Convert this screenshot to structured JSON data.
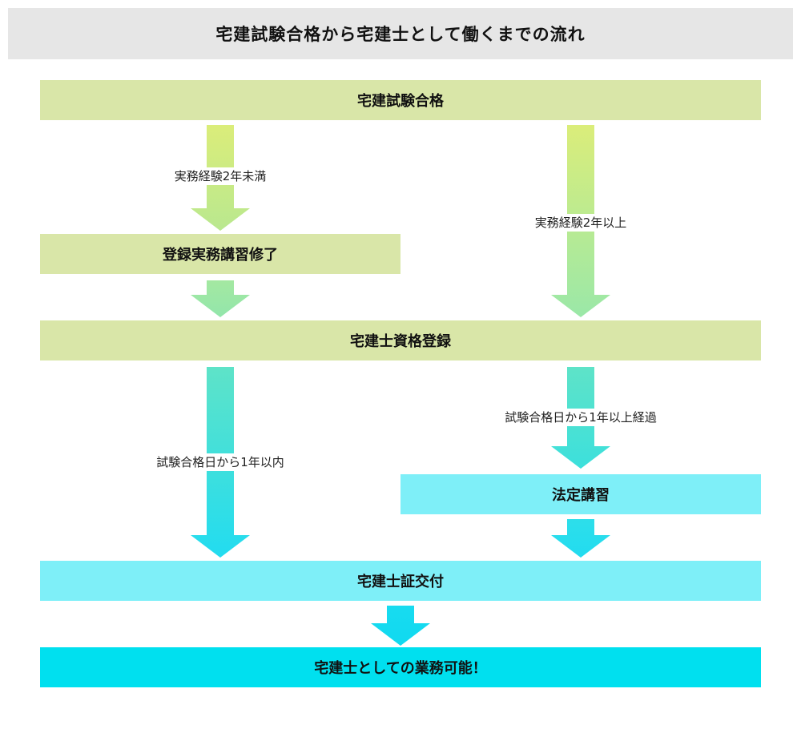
{
  "title": "宅建試験合格から宅建士として働くまでの流れ",
  "colors": {
    "box_green": "#d9e6a8",
    "box_cyan_light": "#7eeff8",
    "box_cyan": "#00e0ef",
    "arrow_top": "#dbed7a",
    "arrow_mid": "#9ae8a8",
    "arrow_mid2": "#5ee3c8",
    "arrow_bottom": "#22dcf0"
  },
  "nodes": {
    "pass": "宅建試験合格",
    "training": "登録実務講習修了",
    "registration": "宅建士資格登録",
    "legal_course": "法定講習",
    "license": "宅建士証交付",
    "work": "宅建士としての業務可能！"
  },
  "labels": {
    "exp_less": "実務経験2年未満",
    "exp_more": "実務経験2年以上",
    "within_year": "試験合格日から1年以内",
    "over_year": "試験合格日から1年以上経過"
  }
}
